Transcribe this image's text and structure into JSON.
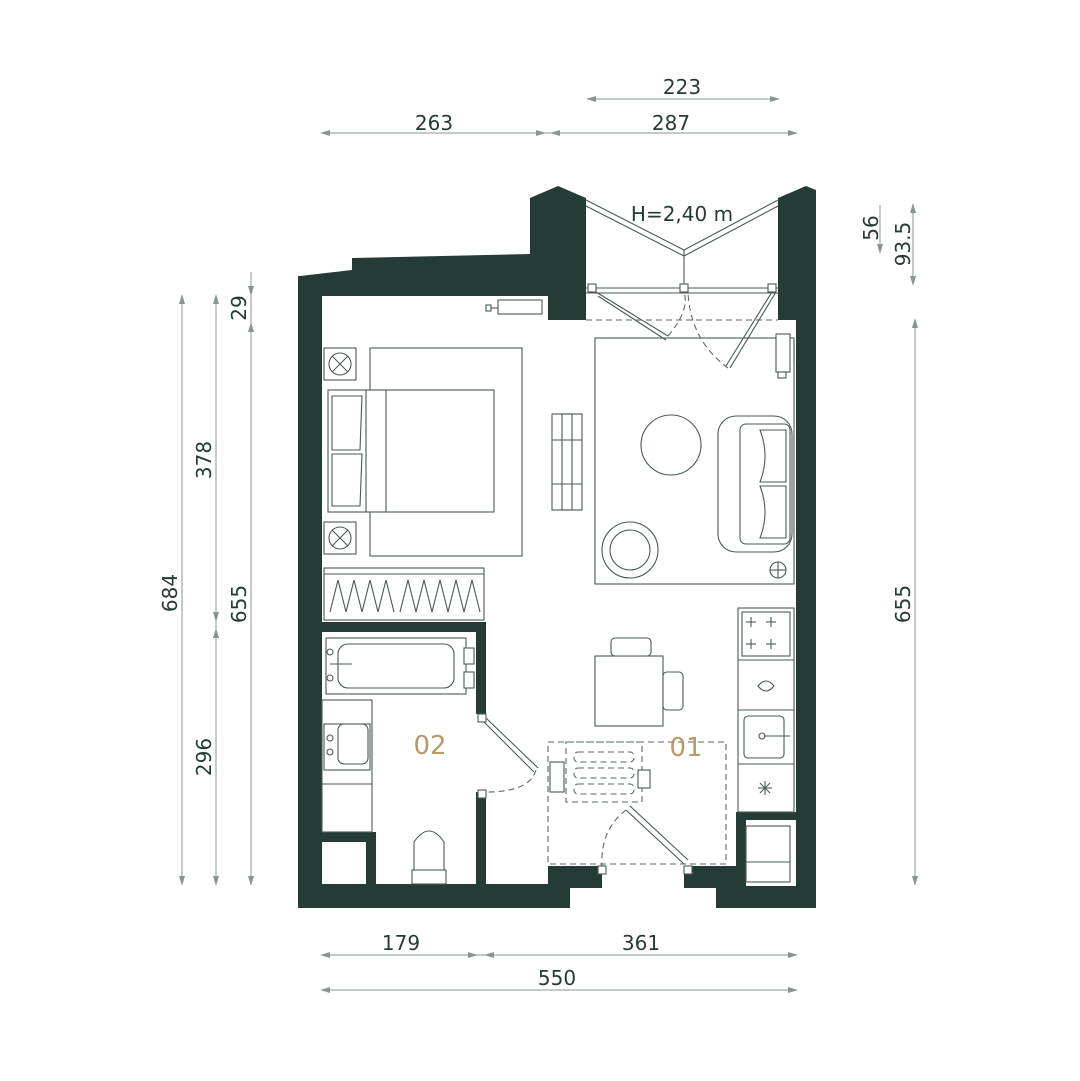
{
  "ceiling_height": "H=2,40 m",
  "rooms": [
    {
      "id": "01"
    },
    {
      "id": "02"
    }
  ],
  "dimensions": {
    "top_balcony": "223",
    "top_left": "263",
    "top_right": "287",
    "bottom_left": "179",
    "bottom_right": "361",
    "bottom_total": "550",
    "left_total": "684",
    "left_upper": "378",
    "left_lower": "296",
    "left_inner": "655",
    "left_small": "29",
    "right_total": "655",
    "right_small_a": "56",
    "right_small_b": "93.5"
  },
  "colors": {
    "wall": "#253b35",
    "room_label": "#b89a68",
    "line": "#4a5a55"
  }
}
